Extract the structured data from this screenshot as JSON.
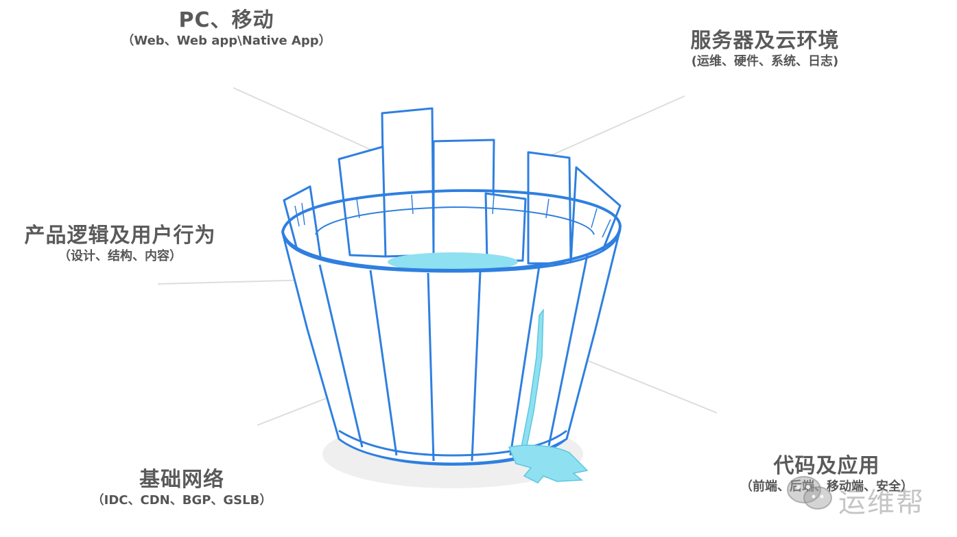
{
  "labels": {
    "top_left": {
      "title": "PC、移动",
      "sub": "（Web、Web app\\Native App）"
    },
    "top_right": {
      "title": "服务器及云环境",
      "sub": "(运维、硬件、系统、日志)"
    },
    "middle_left": {
      "title": "产品逻辑及用户行为",
      "sub": "（设计、结构、内容）"
    },
    "bottom_left": {
      "title": "基础网络",
      "sub": "（IDC、CDN、BGP、GSLB）"
    },
    "bottom_right": {
      "title": "代码及应用",
      "sub": "（前端、后端、移动端、安全）"
    }
  },
  "watermark": {
    "text": "运维帮",
    "icon": "wechat-icon"
  },
  "colors": {
    "barrel_stroke": "#2f7fe0",
    "barrel_fill": "#ffffff",
    "water": "#8fe0f0",
    "connector_line": "#dddddd",
    "shadow": "#eeeeee",
    "text": "#555555"
  }
}
